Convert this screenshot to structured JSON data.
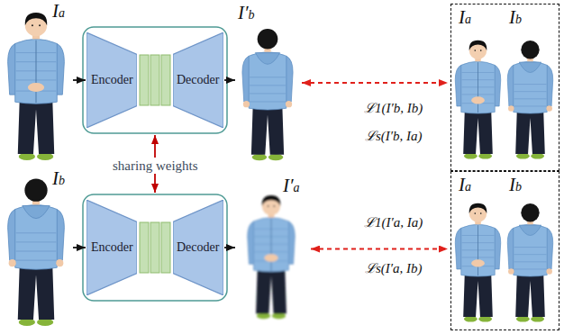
{
  "diagram": {
    "nodes": [
      {
        "text": [
          "Ia"
        ]
      },
      {
        "text": [
          "Encoder"
        ]
      },
      {
        "text": [
          "Decoder"
        ]
      },
      {
        "text": [
          "I′b"
        ]
      },
      {
        "text": [
          "Ia",
          "Ib"
        ]
      },
      {
        "text": [
          "Ib"
        ]
      },
      {
        "text": [
          "Encoder"
        ]
      },
      {
        "text": [
          "Decoder"
        ]
      },
      {
        "text": [
          "I′a"
        ]
      },
      {
        "text": [
          "Ia",
          "Ib"
        ]
      }
    ],
    "edges": [
      {
        "from": 0,
        "to": 1,
        "arrow": "to"
      },
      {
        "from": 2,
        "to": 3,
        "arrow": "to"
      },
      {
        "from": 3,
        "to": 4,
        "arrow": "both"
      },
      {
        "from": 5,
        "to": 6,
        "arrow": "to"
      },
      {
        "from": 7,
        "to": 8,
        "arrow": "to"
      },
      {
        "from": 8,
        "to": 9,
        "arrow": "both"
      }
    ],
    "labels": [
      "sharing weights",
      "ℒ1(I′b, Ib)",
      "ℒs(I′b, Ia)",
      "ℒ1(I′a, Ia)",
      "ℒs(I′a, Ib)"
    ]
  }
}
